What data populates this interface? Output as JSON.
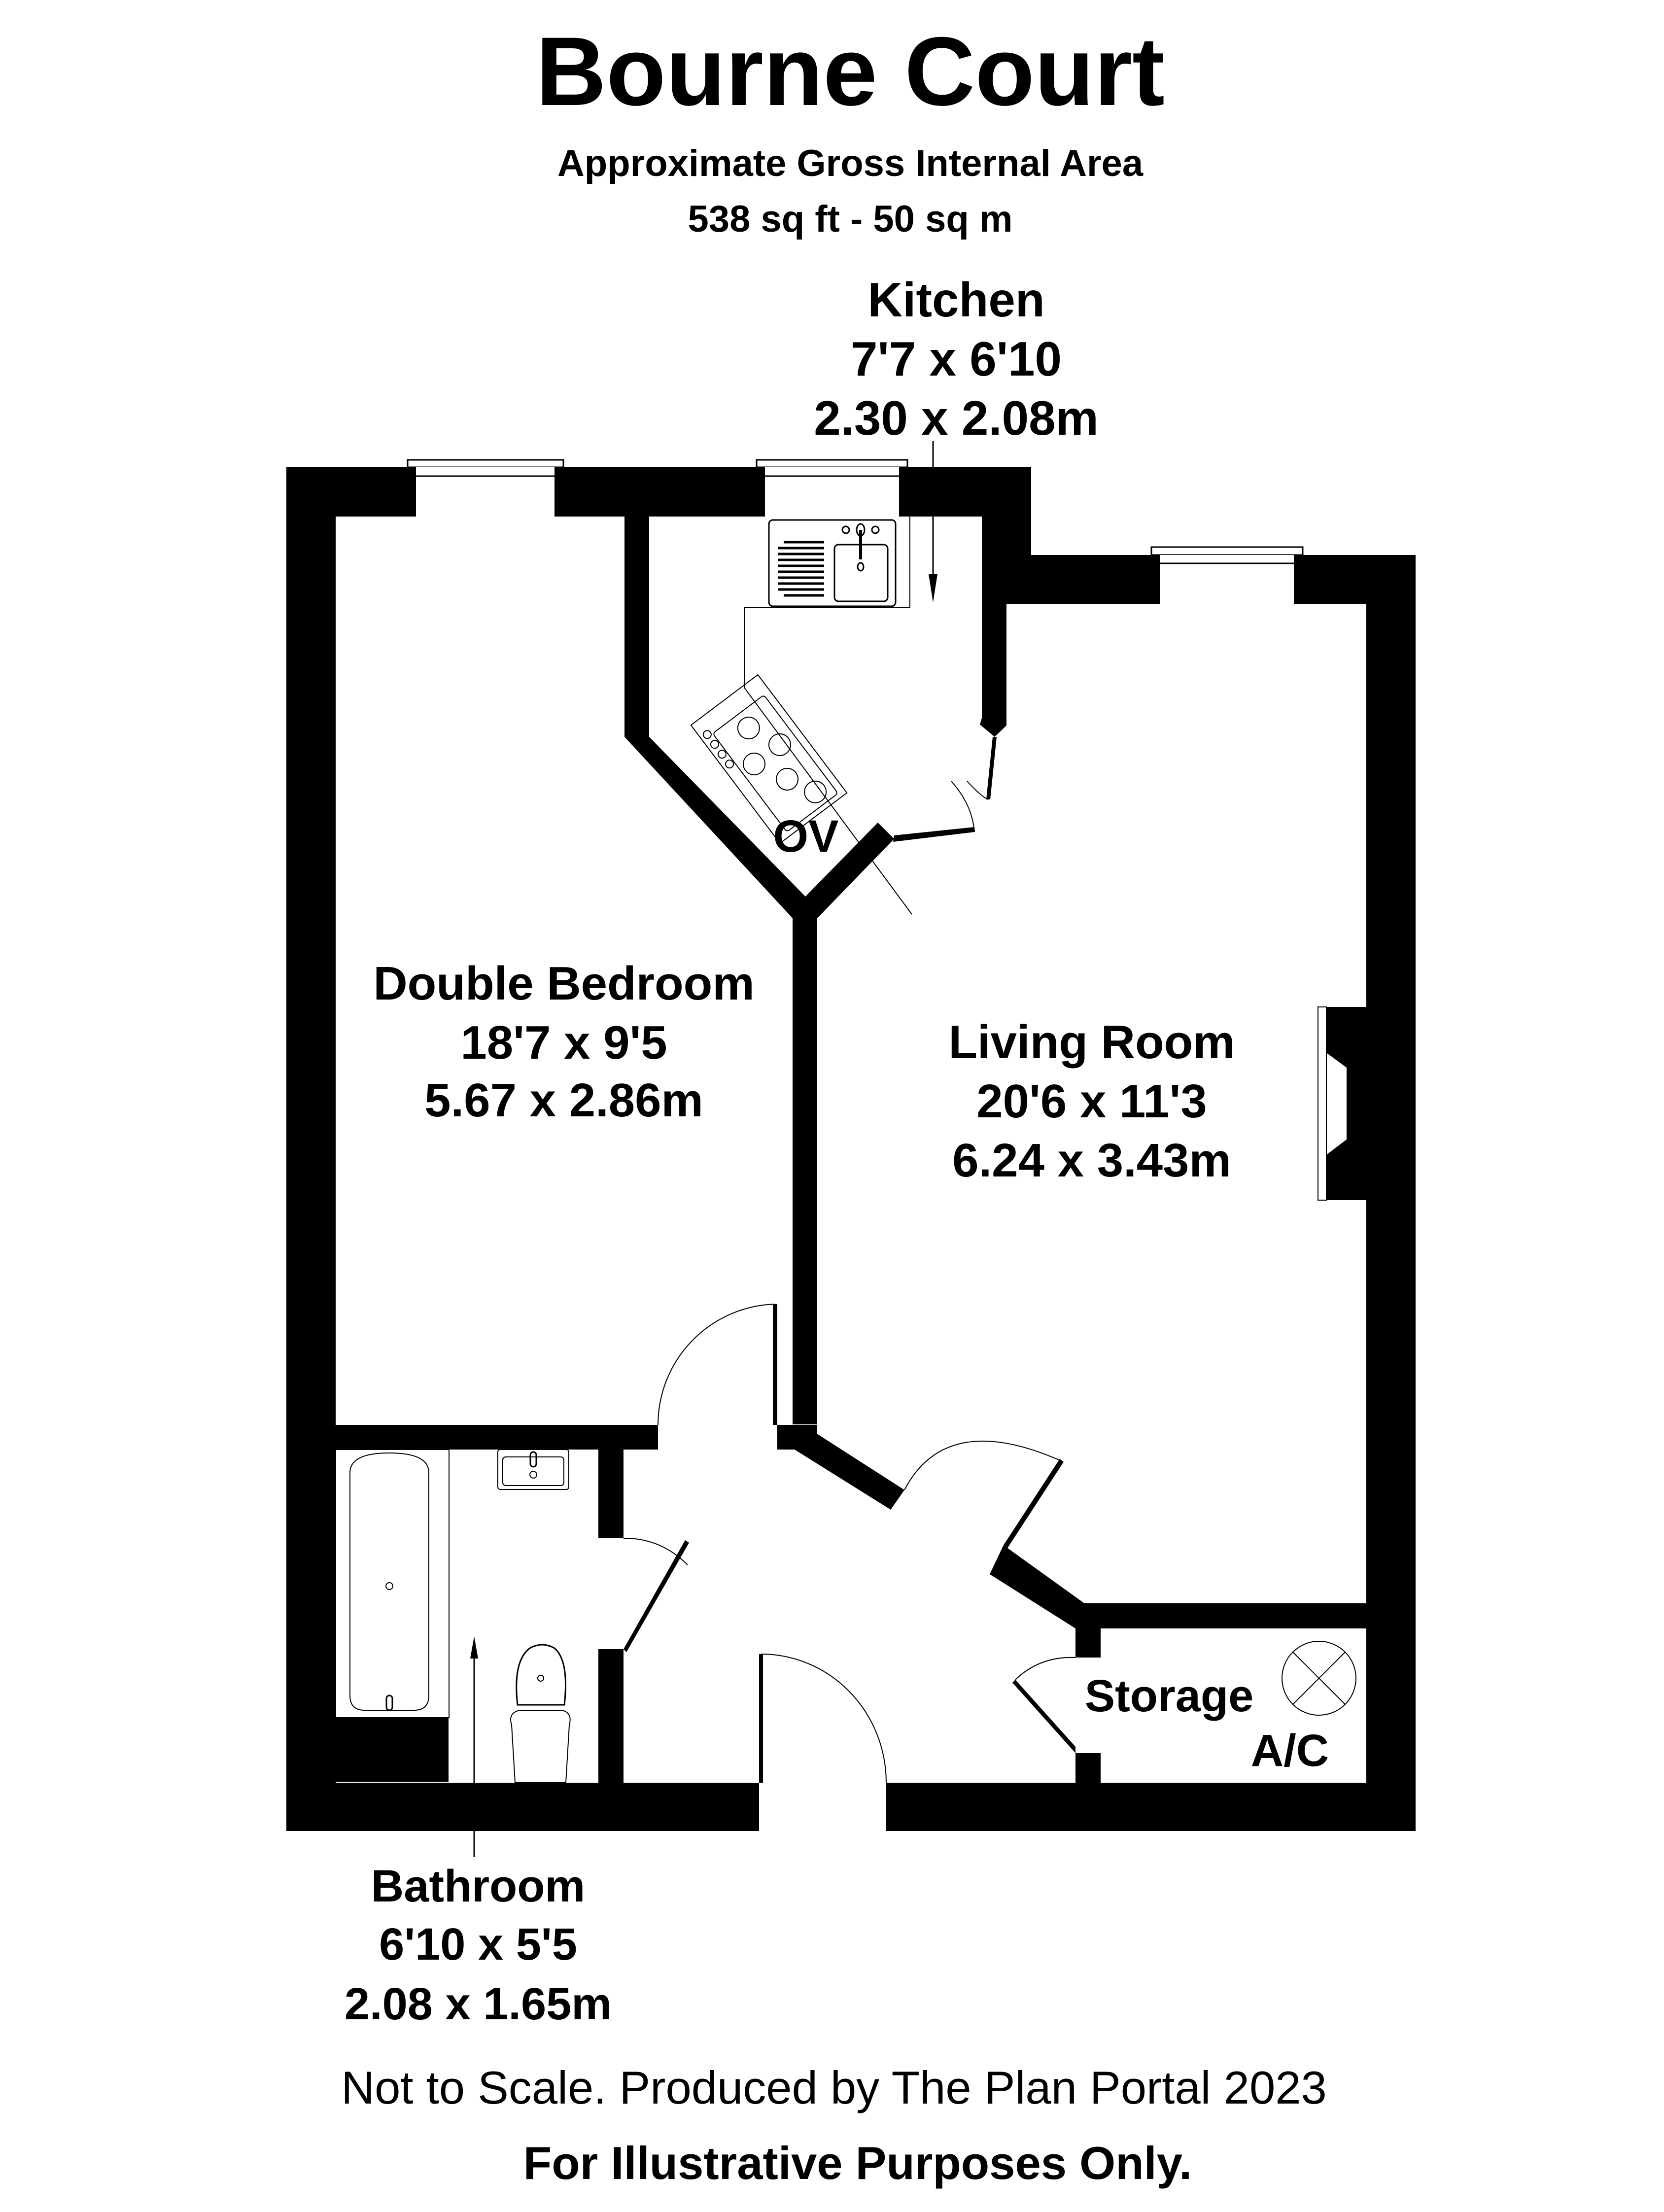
{
  "header": {
    "title": "Bourne Court",
    "subtitle": "Approximate Gross Internal Area",
    "area": "538 sq ft - 50 sq m"
  },
  "rooms": {
    "kitchen": {
      "name": "Kitchen",
      "imperial": "7'7 x 6'10",
      "metric": "2.30 x 2.08m"
    },
    "bedroom": {
      "name": "Double Bedroom",
      "imperial": "18'7 x 9'5",
      "metric": "5.67 x 2.86m"
    },
    "living": {
      "name": "Living Room",
      "imperial": "20'6 x 11'3",
      "metric": "6.24 x 3.43m"
    },
    "bathroom": {
      "name": "Bathroom",
      "imperial": "6'10 x 5'5",
      "metric": "2.08 x 1.65m"
    },
    "storage": {
      "name": "Storage",
      "note": "A/C"
    }
  },
  "fixtures": {
    "oven_label": "OV"
  },
  "footer": {
    "disclaimer": "Not to Scale. Produced by The Plan Portal 2023",
    "notice": "For Illustrative Purposes Only."
  },
  "colors": {
    "wall": "#000000",
    "background": "#ffffff"
  }
}
